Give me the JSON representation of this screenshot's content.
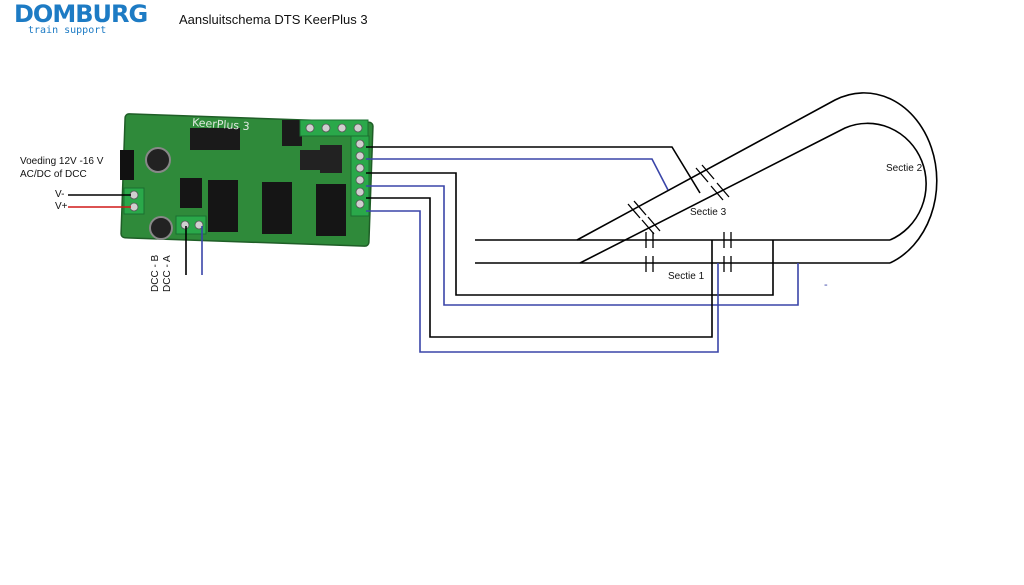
{
  "logo": {
    "name": "DOMBURG",
    "tagline": "train support"
  },
  "title": "Aansluitschema DTS KeerPlus 3",
  "board": {
    "name": "KeerPlus 3"
  },
  "power": {
    "label_line1": "Voeding 12V -16 V",
    "label_line2": "AC/DC of DCC",
    "vminus": "V-",
    "vplus": "V+"
  },
  "dcc": {
    "b": "DCC - B",
    "a": "DCC - A"
  },
  "sections": {
    "s1": "Sectie 1",
    "s2": "Sectie 2",
    "s3": "Sectie 3"
  },
  "marker": "-",
  "colors": {
    "wire_black": "#000000",
    "wire_blue": "#3a45a8",
    "wire_red": "#d01818",
    "pcb": "#2f8a3a",
    "logo": "#1d7bc4"
  }
}
